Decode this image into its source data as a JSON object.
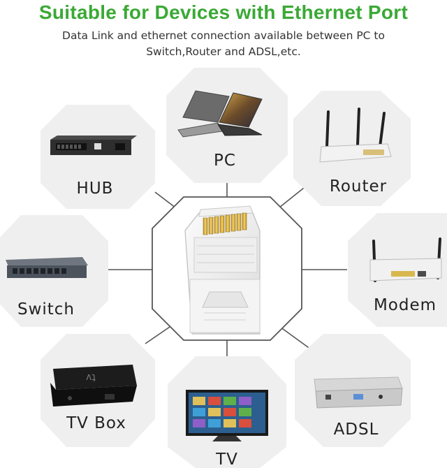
{
  "header": {
    "title": "Suitable for Devices with Ethernet Port",
    "subtitle_line1": "Data Link and ethernet connection available between PC to",
    "subtitle_line2": "Switch,Router and ADSL,etc."
  },
  "devices": {
    "pc": "PC",
    "hub": "HUB",
    "router": "Router",
    "switch": "Switch",
    "modem": "Modem",
    "tvbox": "TV Box",
    "tv": "TV",
    "adsl": "ADSL"
  },
  "colors": {
    "title": "#3aa935",
    "tile": "#efefef",
    "connector": "#555555"
  }
}
